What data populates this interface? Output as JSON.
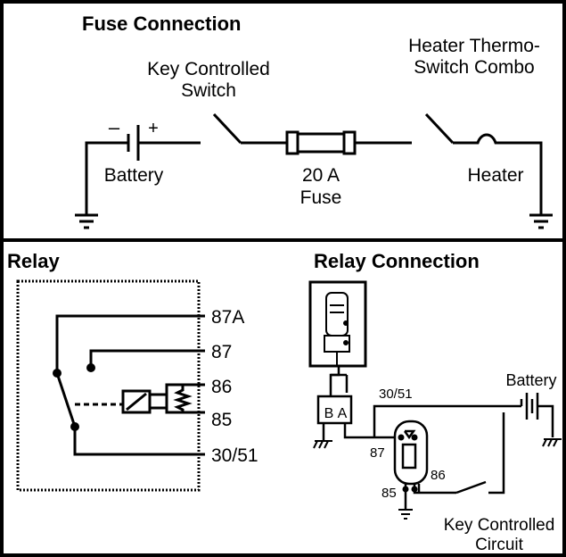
{
  "fuse_section": {
    "title": "Fuse Connection",
    "key_switch_label_line1": "Key Controlled",
    "key_switch_label_line2": "Switch",
    "heater_combo_label_line1": "Heater Thermo-",
    "heater_combo_label_line2": "Switch Combo",
    "battery_minus": "–",
    "battery_plus": "+",
    "battery_label": "Battery",
    "fuse_rating": "20 A",
    "fuse_label": "Fuse",
    "heater_label": "Heater"
  },
  "relay_section": {
    "title": "Relay",
    "pins": [
      "87A",
      "87",
      "86",
      "85",
      "30/51"
    ]
  },
  "relay_connection_section": {
    "title": "Relay Connection",
    "connector_b": "B",
    "connector_a": "A",
    "terminal_30_51": "30/51",
    "terminal_87": "87",
    "terminal_86": "86",
    "terminal_85": "85",
    "battery_label": "Battery",
    "key_circuit_line1": "Key Controlled",
    "key_circuit_line2": "Circuit"
  },
  "colors": {
    "line": "#000000",
    "background": "#ffffff"
  }
}
